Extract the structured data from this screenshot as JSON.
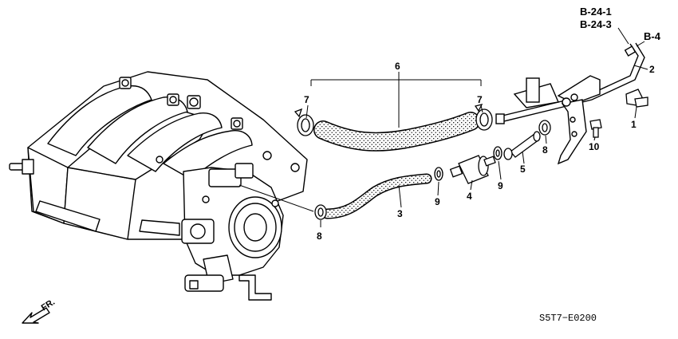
{
  "refs": {
    "b24_1": "B-24-1",
    "b24_3": "B-24-3",
    "b4": "B-4"
  },
  "callouts": {
    "p1": "1",
    "p2": "2",
    "p3": "3",
    "p4": "4",
    "p5": "5",
    "p6": "6",
    "p7a": "7",
    "p7b": "7",
    "p8a": "8",
    "p8b": "8",
    "p9a": "9",
    "p9b": "9",
    "p10": "10"
  },
  "direction_label": "FR.",
  "diagram_code": "S5T7−E0200"
}
